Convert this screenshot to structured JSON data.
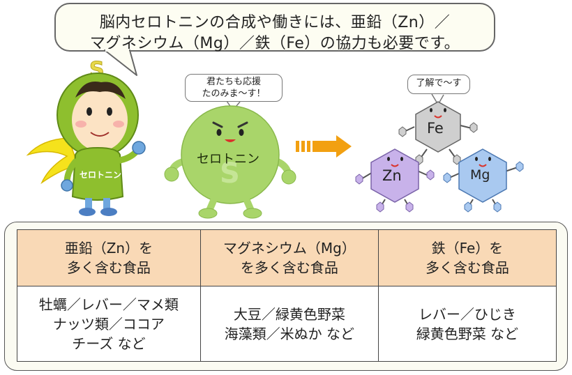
{
  "headline": {
    "line1": "脳内セロトニンの合成や働きには、亜鉛（Zn）／",
    "line2": "マグネシウム（Mg）／鉄（Fe）の協力も必要です。"
  },
  "serotonin_bubble": {
    "line1": "君たちも応援",
    "line2": "たのみま～す！"
  },
  "minerals_bubble": "了解で～す",
  "characters": {
    "mascot_badge": "セロトニン",
    "serotonin_label": "セロトニン",
    "fe": "Fe",
    "zn": "Zn",
    "mg": "Mg"
  },
  "colors": {
    "mascot_green": "#8ebf2e",
    "serotonin_green": "#a9d56a",
    "arrow_orange": "#f2a011",
    "fe_gray": "#cfcfcf",
    "zn_purple": "#c8b2ea",
    "mg_blue": "#a9c9f0",
    "header_peach": "#f9d9b6"
  },
  "table": {
    "headers": [
      [
        "亜鉛（Zn）を",
        "多く含む食品"
      ],
      [
        "マグネシウム（Mg）",
        "を多く含む食品"
      ],
      [
        "鉄（Fe）を",
        "多く含む食品"
      ]
    ],
    "rows": [
      [
        "牡蠣／レバー／マメ類",
        "ナッツ類／ココア",
        "チーズ など"
      ],
      [
        "大豆／緑黄色野菜",
        "海藻類／米ぬか など"
      ],
      [
        "レバー／ひじき",
        "緑黄色野菜 など"
      ]
    ]
  }
}
